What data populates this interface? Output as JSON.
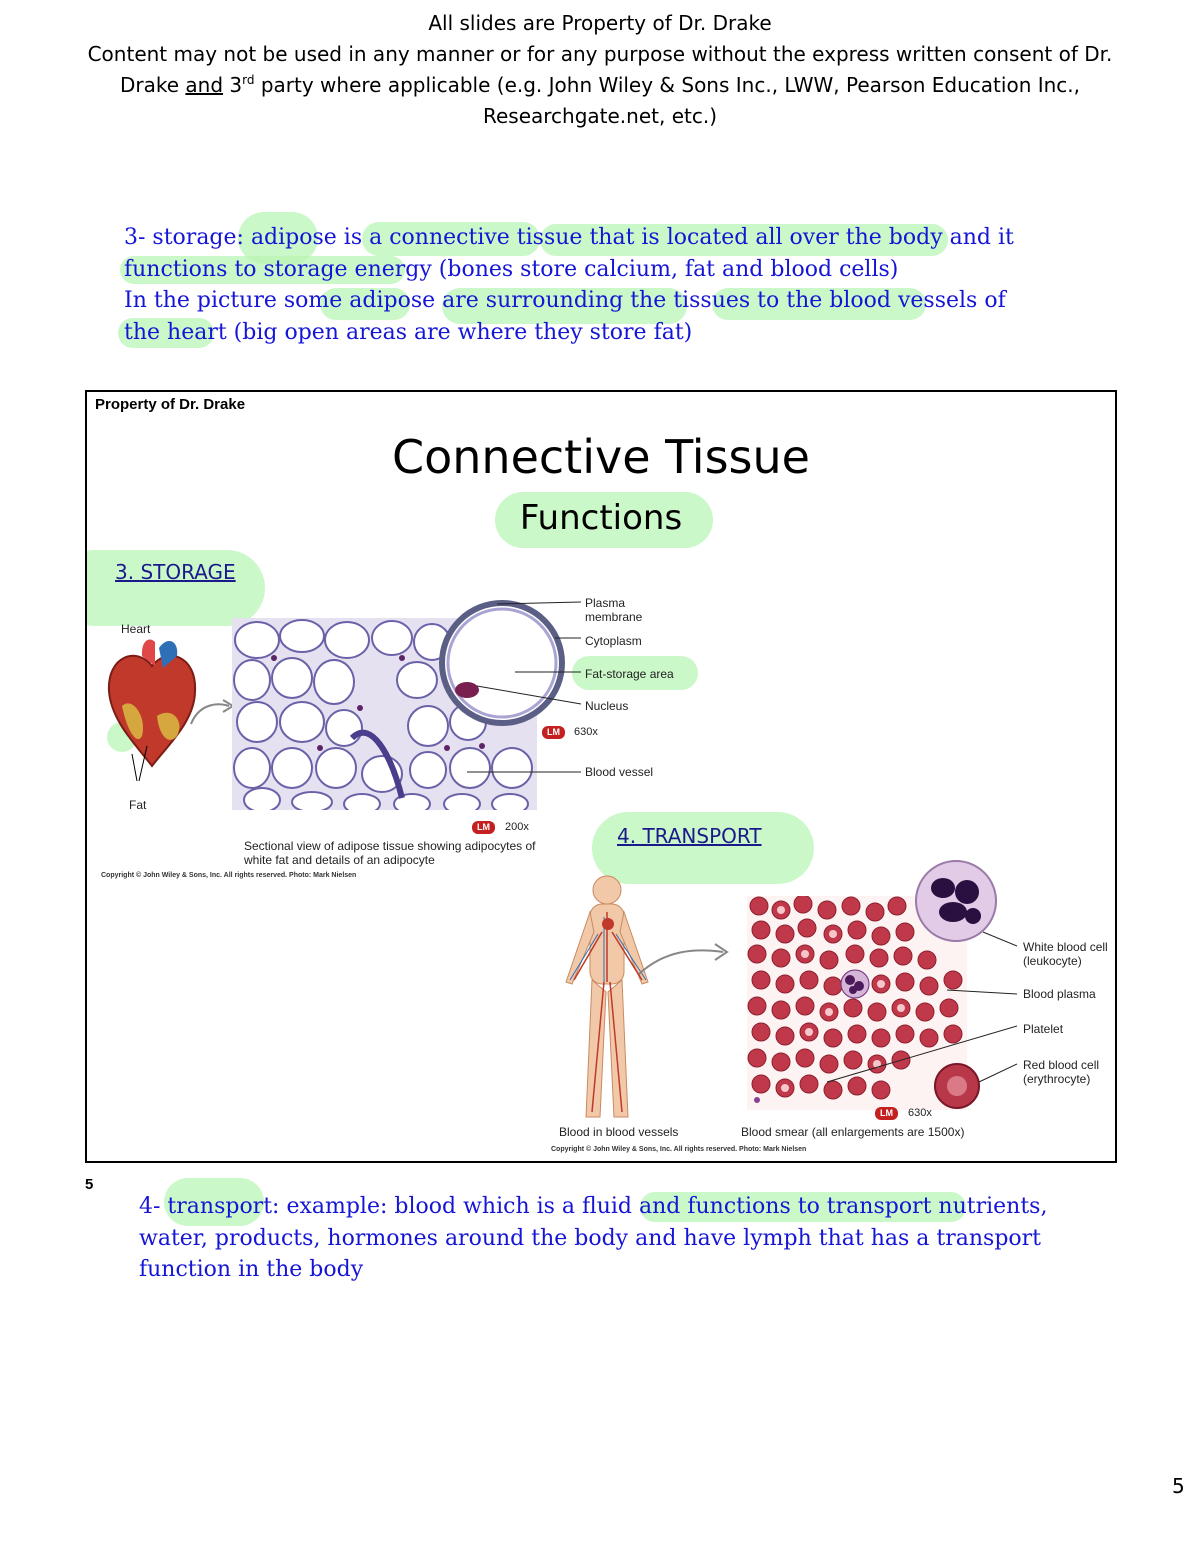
{
  "header": {
    "line1": "All slides are Property of Dr. Drake",
    "line2": "Content may not be used in any manner or for any purpose without the express written consent of Dr.",
    "line3_a": "Drake ",
    "line3_and": "and",
    "line3_b": " 3",
    "line3_sup": "rd",
    "line3_c": " party where applicable (e.g. John Wiley & Sons Inc., LWW, Pearson Education Inc.,",
    "line4": "Researchgate.net, etc.)"
  },
  "note_top": {
    "line1": "3- storage: adipose is a connective tissue that is located all over the body and it",
    "line2": "functions to storage energy (bones store calcium, fat and blood cells)",
    "line3": "In the picture some adipose are surrounding the tissues to the blood vessels of",
    "line4": "the heart (big open areas are where they store fat)"
  },
  "slide": {
    "property": "Property of Dr. Drake",
    "title": "Connective Tissue",
    "subtitle": "Functions",
    "storage_heading": "3. STORAGE",
    "transport_heading": "4. TRANSPORT",
    "storage_figure": {
      "heart_label": "Heart",
      "fat_label": "Fat",
      "plasma_membrane": "Plasma\nmembrane",
      "cytoplasm": "Cytoplasm",
      "fat_storage_area": "Fat-storage area",
      "nucleus": "Nucleus",
      "lm_badge": "LM",
      "mag_630": "630x",
      "blood_vessel": "Blood vessel",
      "mag_200": "200x",
      "caption_line1": "Sectional view of adipose tissue showing adipocytes of",
      "caption_line2": "white fat and details of an adipocyte",
      "copyright": "Copyright © John Wiley & Sons, Inc. All rights reserved. Photo: Mark Nielsen"
    },
    "transport_figure": {
      "white_blood_cell": "White blood cell",
      "leukocyte": "(leukocyte)",
      "blood_plasma": "Blood plasma",
      "platelet": "Platelet",
      "red_blood_cell": "Red blood cell",
      "erythrocyte": "(erythrocyte)",
      "lm_badge": "LM",
      "mag_630": "630x",
      "caption_left": "Blood in blood vessels",
      "caption_right": "Blood smear (all enlargements are 1500x)",
      "copyright": "Copyright © John Wiley & Sons, Inc. All rights reserved. Photo: Mark Nielsen"
    }
  },
  "slide_number": "5",
  "note_bottom": {
    "line1": "4- transport: example: blood which is a fluid and functions to transport nutrients,",
    "line2": "water, products, hormones around the body and have lymph that has a transport",
    "line3": "function in the body"
  },
  "page_number": "5",
  "colors": {
    "note_text": "#1515d6",
    "highlight": "#b9f5b5",
    "link_text": "#1a1a8c",
    "lm_badge": "#c42020"
  }
}
